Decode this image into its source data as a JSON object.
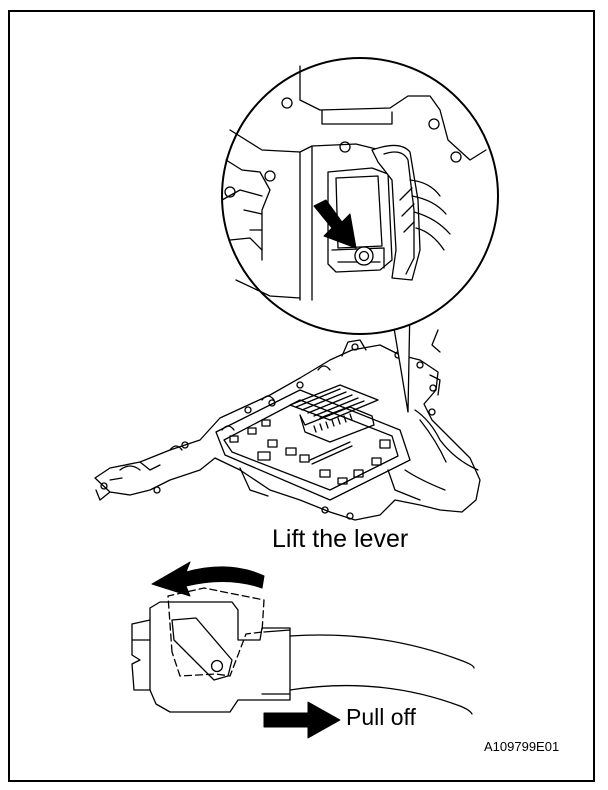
{
  "labels": {
    "lift": "Lift the lever",
    "pull": "Pull off"
  },
  "figure_code": "A109799E01",
  "icons": [
    "bolt-pointer-arrow-icon",
    "lift-curved-arrow-icon",
    "pull-off-arrow-icon"
  ],
  "colors": {
    "line": "#000000",
    "background": "#ffffff"
  }
}
